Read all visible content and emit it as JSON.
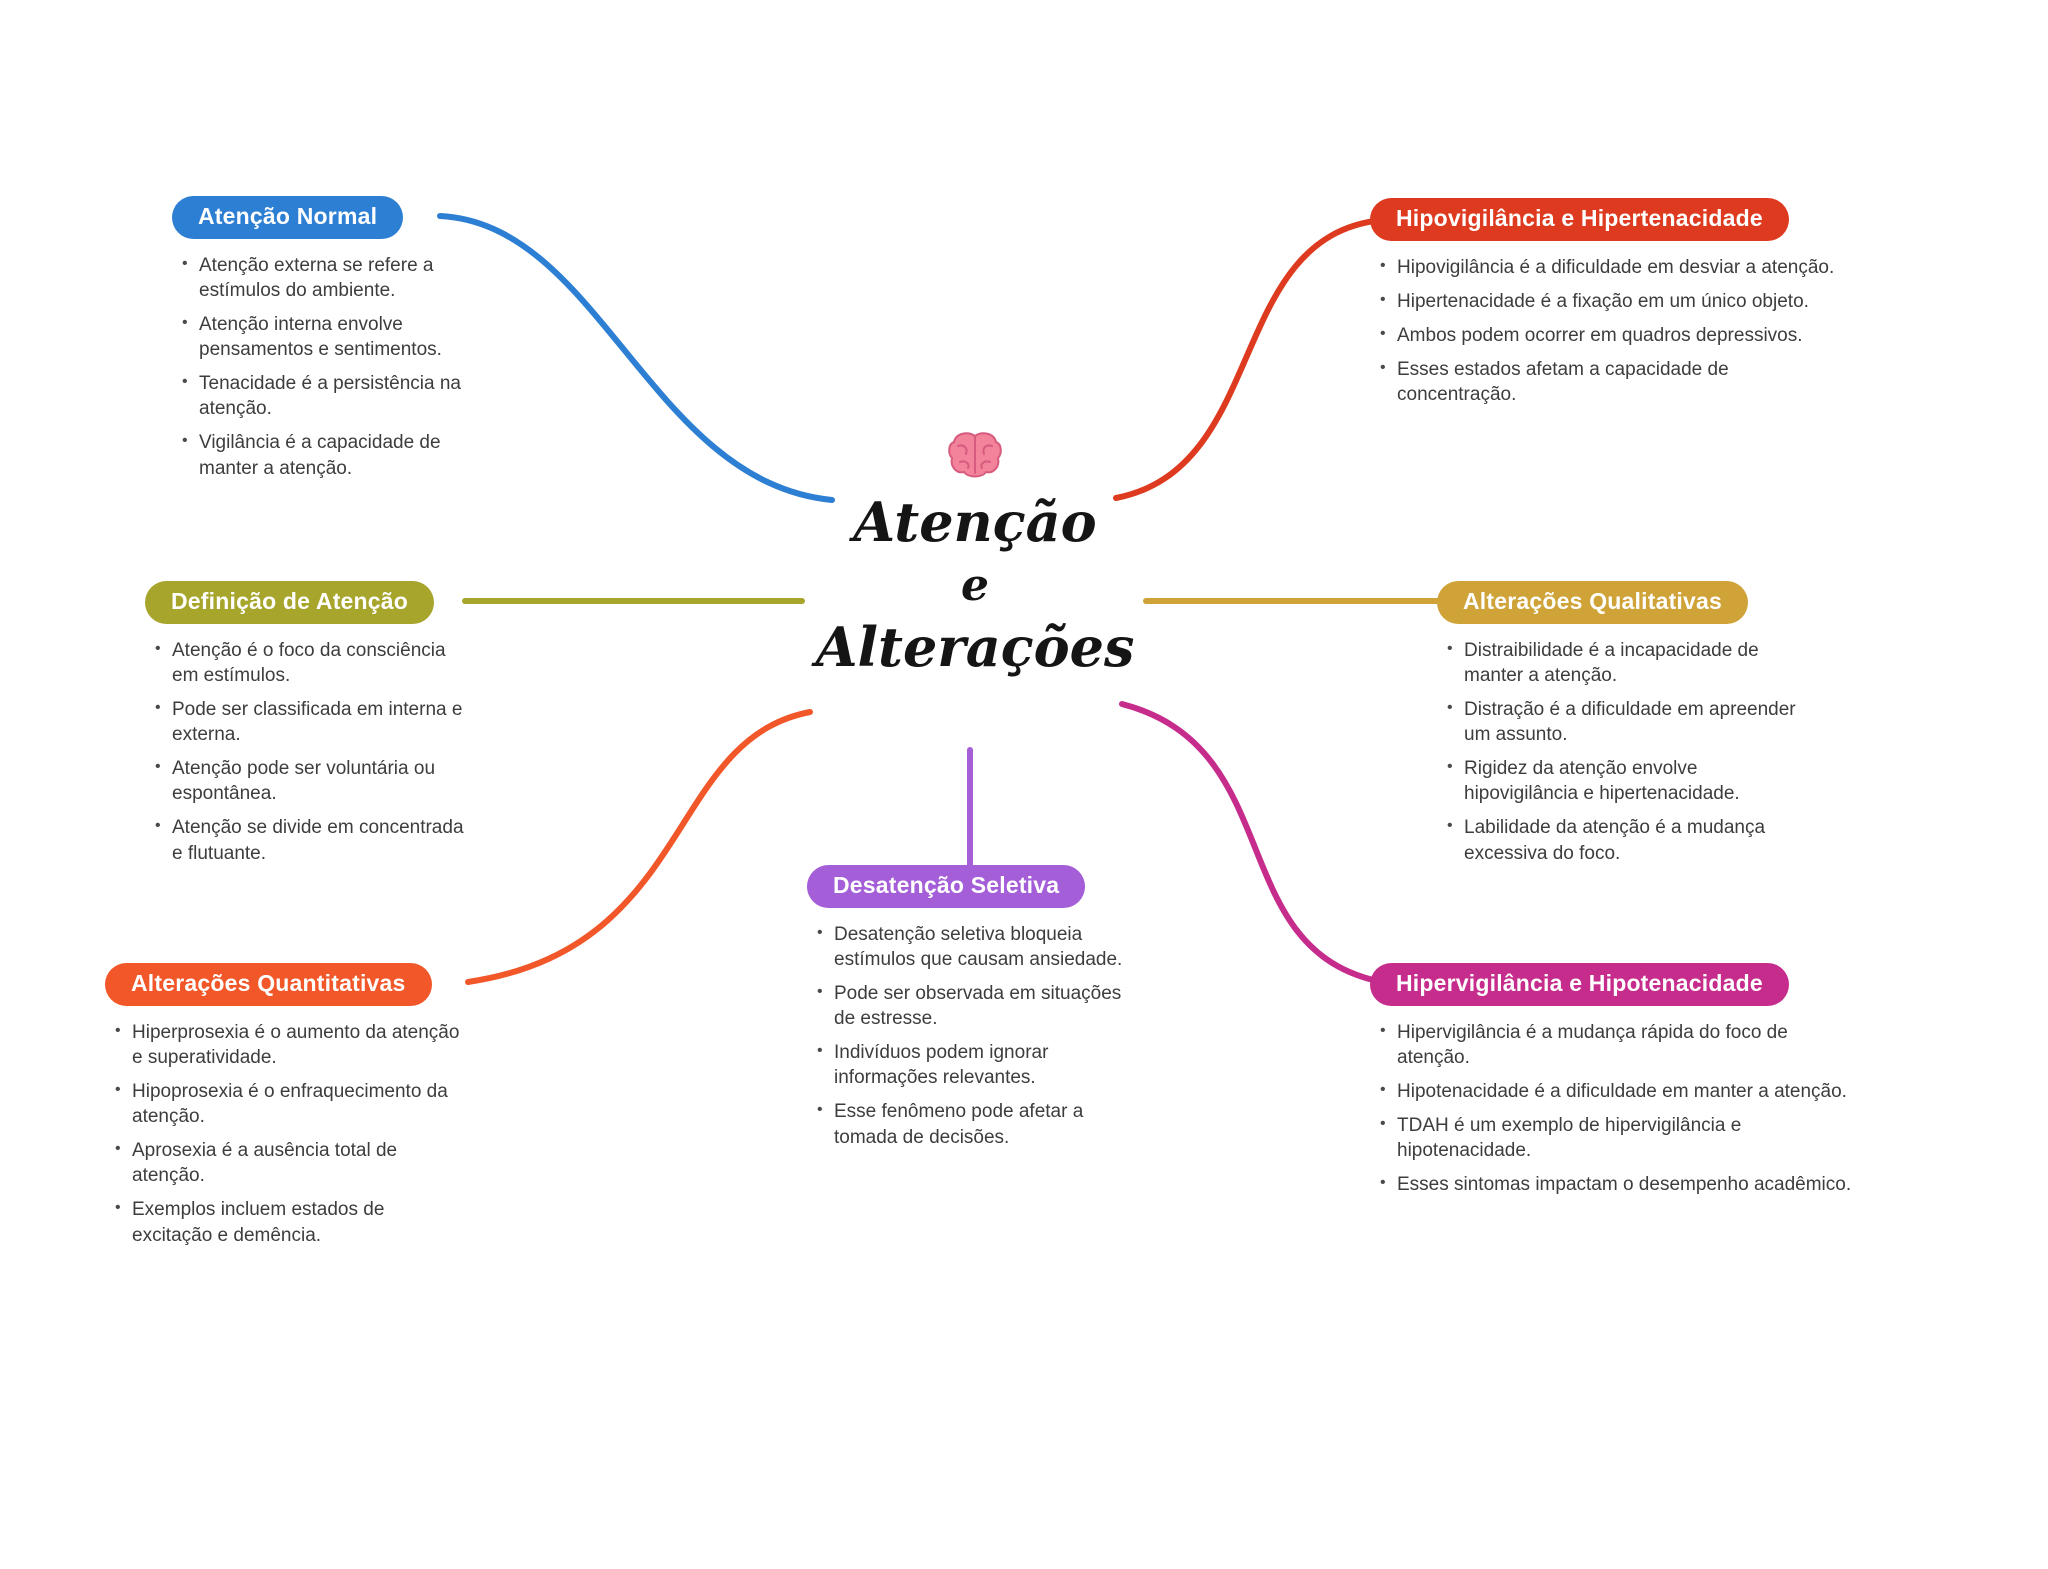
{
  "center": {
    "icon": "brain-icon",
    "lines": [
      "Atenção",
      "e",
      "Alterações"
    ]
  },
  "colors": {
    "blue": "#2D7FD3",
    "red": "#DE3A1F",
    "olive": "#A7A52C",
    "gold": "#CFA338",
    "orange": "#F2572A",
    "purple": "#A45ED8",
    "magenta": "#C62C8C",
    "text": "#3d3d3d",
    "brain_pink": "#F2839B"
  },
  "branches": [
    {
      "id": "atencao-normal",
      "title": "Atenção Normal",
      "color": "#2D7FD3",
      "bullets": [
        "Atenção externa se refere a estímulos do ambiente.",
        "Atenção interna envolve pensamentos e sentimentos.",
        "Tenacidade é a persistência na atenção.",
        "Vigilância é a capacidade de manter a atenção."
      ]
    },
    {
      "id": "hipovigilancia-hipertenacidade",
      "title": "Hipovigilância e Hipertenacidade",
      "color": "#DE3A1F",
      "bullets": [
        "Hipovigilância é a dificuldade em desviar a atenção.",
        "Hipertenacidade é a fixação em um único objeto.",
        "Ambos podem ocorrer em quadros depressivos.",
        "Esses estados afetam a capacidade de concentração."
      ]
    },
    {
      "id": "definicao-de-atencao",
      "title": "Definição de Atenção",
      "color": "#A7A52C",
      "bullets": [
        "Atenção é o foco da consciência em estímulos.",
        "Pode ser classificada em interna e externa.",
        "Atenção pode ser voluntária ou espontânea.",
        "Atenção se divide em concentrada e flutuante."
      ]
    },
    {
      "id": "alteracoes-qualitativas",
      "title": "Alterações Qualitativas",
      "color": "#CFA338",
      "bullets": [
        "Distraibilidade é a incapacidade de manter a atenção.",
        "Distração é a dificuldade em apreender um assunto.",
        "Rigidez da atenção envolve hipovigilância e hipertenacidade.",
        "Labilidade da atenção é a mudança excessiva do foco."
      ]
    },
    {
      "id": "alteracoes-quantitativas",
      "title": "Alterações Quantitativas",
      "color": "#F2572A",
      "bullets": [
        "Hiperprosexia é o aumento da atenção e superatividade.",
        "Hipoprosexia é o enfraquecimento da atenção.",
        "Aprosexia é a ausência total de atenção.",
        "Exemplos incluem estados de excitação e demência."
      ]
    },
    {
      "id": "desatencao-seletiva",
      "title": "Desatenção Seletiva",
      "color": "#A45ED8",
      "bullets": [
        "Desatenção seletiva bloqueia estímulos que causam ansiedade.",
        "Pode ser observada em situações de estresse.",
        "Indivíduos podem ignorar informações relevantes.",
        "Esse fenômeno pode afetar a tomada de decisões."
      ]
    },
    {
      "id": "hipervigilancia-hipotenacidade",
      "title": "Hipervigilância e Hipotenacidade",
      "color": "#C62C8C",
      "bullets": [
        "Hipervigilância é a mudança rápida do foco de atenção.",
        "Hipotenacidade é a dificuldade em manter a atenção.",
        "TDAH é um exemplo de hipervigilância e hipotenacidade.",
        "Esses sintomas impactam o desempenho acadêmico."
      ]
    }
  ]
}
